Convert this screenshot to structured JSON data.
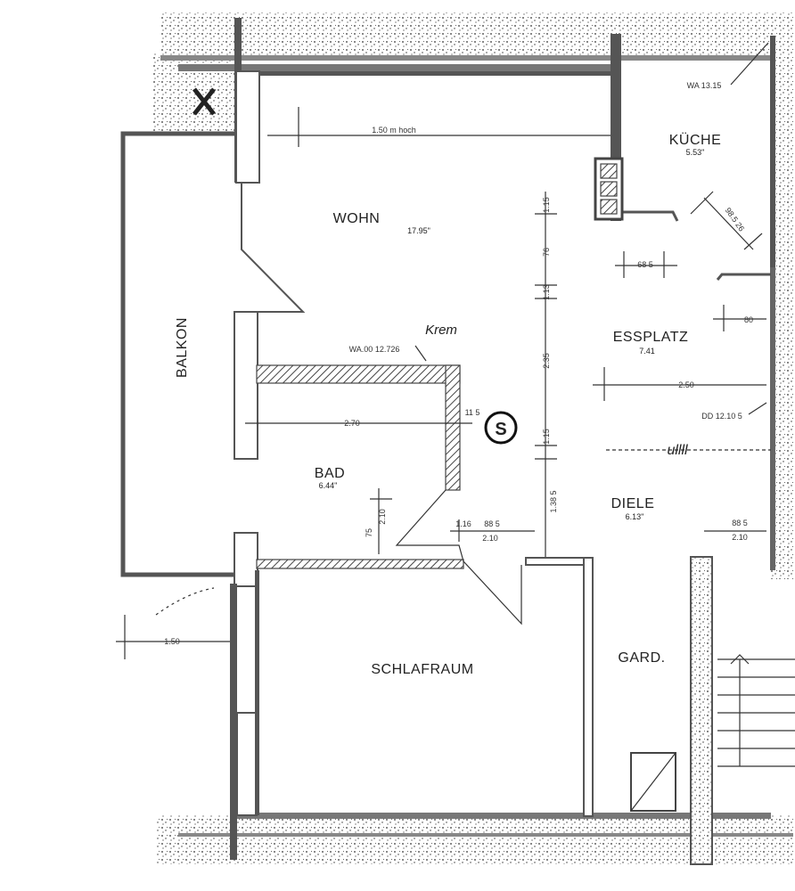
{
  "rooms": {
    "wohn": {
      "name": "WOHN",
      "area": "17.95\""
    },
    "kueche": {
      "name": "KÜCHE",
      "area": "5.53\""
    },
    "essplatz": {
      "name": "ESSPLATZ",
      "area": "7.41"
    },
    "balkon": {
      "name": "BALKON"
    },
    "bad": {
      "name": "BAD",
      "area": "6.44\""
    },
    "diele": {
      "name": "DIELE",
      "area": "6.13\""
    },
    "schlafraum": {
      "name": "SCHLAFRAUM"
    },
    "gard": {
      "name": "GARD."
    }
  },
  "notes": {
    "ceiling_height": "1.50 m hoch",
    "wohn_window": "WA.00 12.726",
    "kueche_window": "WA 13.15",
    "essplatz_window": "DD 12.10 5",
    "stamp": "S",
    "handwriting_1": "Krem",
    "handwriting_2": "ullll"
  },
  "dimensions": {
    "d_115_top": "1.15",
    "d_76": "76",
    "d_113": "1.13",
    "d_235": "2.35",
    "d_115_mid": "1.15",
    "d_138": "1.38 5",
    "d_68": "68 5",
    "d_80": "80",
    "d_250": "2.50",
    "d_270": "2.70",
    "d_11_5": "11 5",
    "d_116": "1.16",
    "d_88": "88 5",
    "d_210_door": "2.10",
    "d_75": "75",
    "d_210_bad": "2.10",
    "d_88_right": "88 5",
    "d_210_right": "2.10",
    "d_150": "1.50",
    "d_kueche_diag": "98.5 26"
  }
}
